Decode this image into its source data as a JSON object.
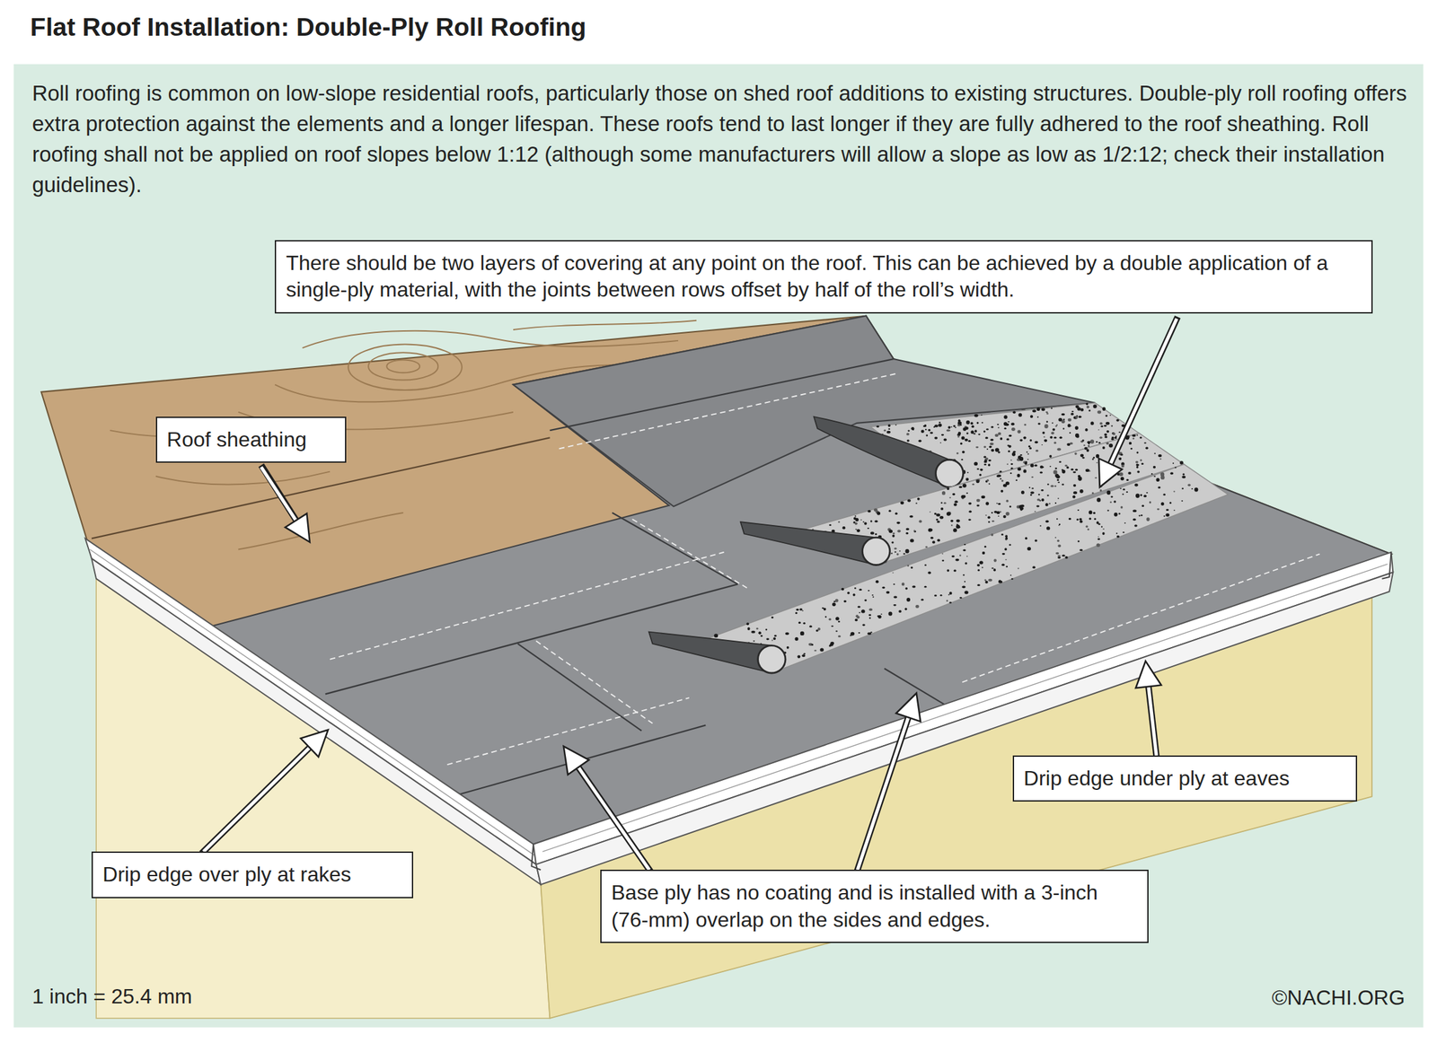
{
  "diagram": {
    "title": "Flat Roof Installation: Double-Ply Roll Roofing",
    "nodes": [
      {
        "text": [
          "There should be two layers of covering at any point on the roof. This can be achieved by a double application of a single-ply material, with the joints between rows offset by half of the roll’s width."
        ]
      },
      {
        "text": [
          "Roof sheathing"
        ]
      },
      {
        "text": [
          "Drip edge under ply at eaves"
        ]
      },
      {
        "text": [
          "Drip edge over ply at rakes"
        ]
      },
      {
        "text": [
          "Base ply has no coating and is installed with a 3-inch (76-mm) overlap on the sides and edges."
        ]
      }
    ],
    "labels": [
      "Roll roofing is common on low-slope residential roofs, particularly those on shed roof additions to existing structures. Double-ply roll roofing offers extra protection against the elements and a longer lifespan. These roofs tend to last longer if they are fully adhered to the roof sheathing. Roll roofing shall not be applied on roof slopes below 1:12 (although some manufacturers will allow a slope as low as 1/2:12; check their installation guidelines).",
      "1 inch = 25.4 mm",
      "©NACHI.ORG"
    ]
  }
}
